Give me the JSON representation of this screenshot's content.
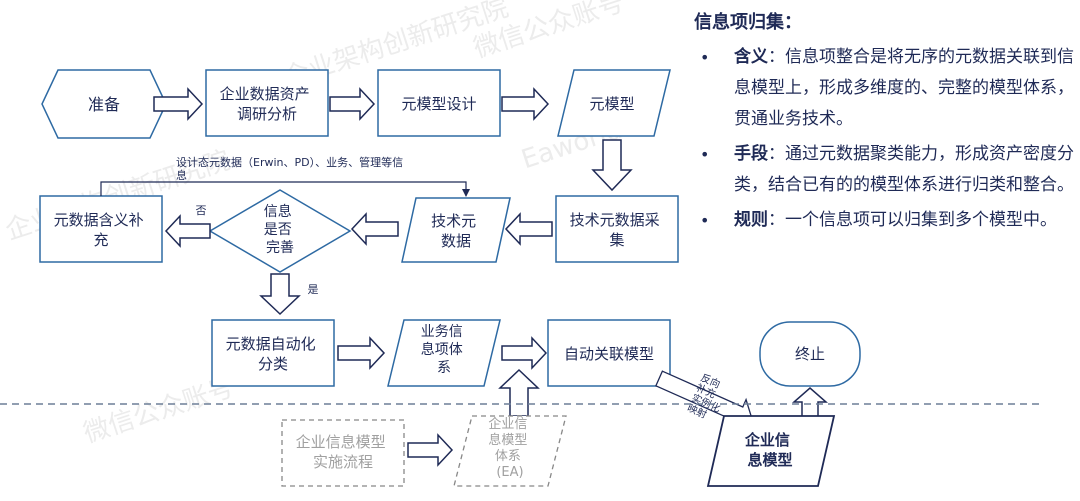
{
  "watermarks": [
    "EAII企业架构创新研究院",
    "微信公众账号",
    "微信公众账号",
    "企业架构创新研究院",
    "Eaworld"
  ],
  "colors": {
    "navy": "#1f2a56",
    "box_stroke": "#2e6aa3",
    "dashed_stroke": "#888888",
    "faded_text": "#a0a0a0",
    "dashed_line": "#6d7f97"
  },
  "flow": {
    "start": "准备",
    "research": [
      "企业数据资产",
      "调研分析"
    ],
    "meta_design": "元模型设计",
    "meta_model": "元模型",
    "tech_collect": [
      "技术元数据采",
      "集"
    ],
    "tech_meta": [
      "技术元",
      "数据"
    ],
    "decision": [
      "信息",
      "是否",
      "完善"
    ],
    "supplement": [
      "元数据含义补",
      "充"
    ],
    "no_label": "否",
    "yes_label": "是",
    "feedback_note": [
      "设计态元数据（Erwin、PD）、业务、管理等信",
      "息"
    ],
    "auto_classify": [
      "元数据自动化",
      "分类"
    ],
    "biz_info": [
      "业务信",
      "息项体",
      "系"
    ],
    "auto_link": "自动关联模型",
    "end": "终止",
    "reverse_note": [
      "反向",
      "补充",
      "实例化",
      "映射"
    ],
    "ent_model": [
      "企业信",
      "息模型"
    ],
    "ent_process": [
      "企业信息模型",
      "实施流程"
    ],
    "ent_system": [
      "企业信",
      "息模型",
      "体系",
      "(EA)"
    ]
  },
  "info": {
    "title": "信息项归集：",
    "items": [
      {
        "term": "含义",
        "sep": "：",
        "text": "信息项整合是将无序的元数据关联到信息模型上，形成多维度的、完整的模型体系，贯通业务技术。"
      },
      {
        "term": "手段",
        "sep": "：",
        "text": "通过元数据聚类能力，形成资产密度分类，结合已有的的模型体系进行归类和整合。"
      },
      {
        "term": "规则",
        "sep": "：",
        "text": "一个信息项可以归集到多个模型中。"
      }
    ]
  }
}
